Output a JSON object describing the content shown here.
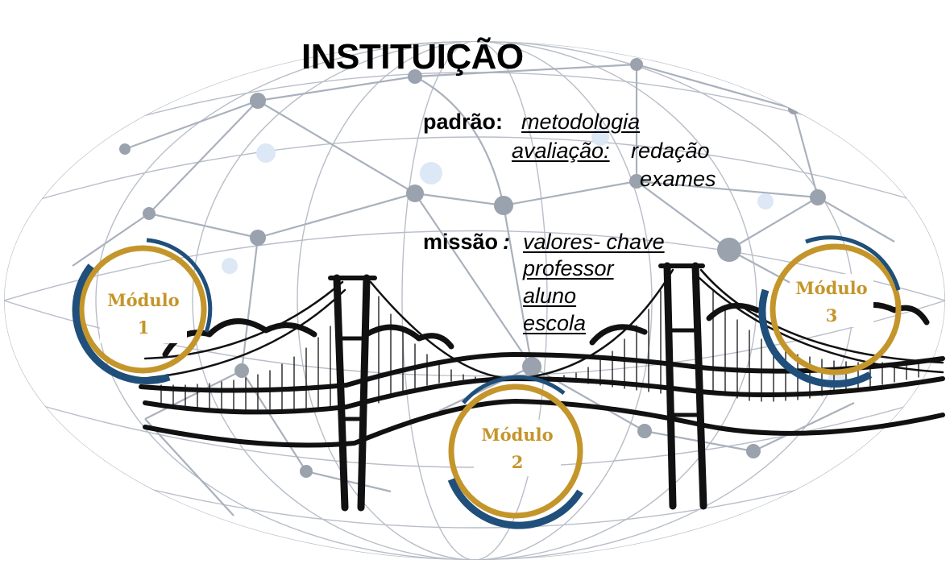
{
  "title": "INSTITUIÇÃO",
  "padrao": {
    "label": "padrão:",
    "metodologia": "metodologia",
    "avaliacao_label": "avaliação:",
    "avaliacao_items": [
      "redação",
      "exames"
    ]
  },
  "missao": {
    "label": "missão",
    "colon": ":",
    "items": [
      "valores- chave",
      "professor",
      "aluno",
      "escola"
    ]
  },
  "modules": [
    {
      "name": "Módulo",
      "number": "1"
    },
    {
      "name": "Módulo",
      "number": "2"
    },
    {
      "name": "Módulo",
      "number": "3"
    }
  ],
  "colors": {
    "gold": "#c4952a",
    "navy": "#1f4f7a",
    "network_line": "#a9b1bd",
    "network_node": "#9aa2ad",
    "node_glow": "#dce8f5"
  }
}
